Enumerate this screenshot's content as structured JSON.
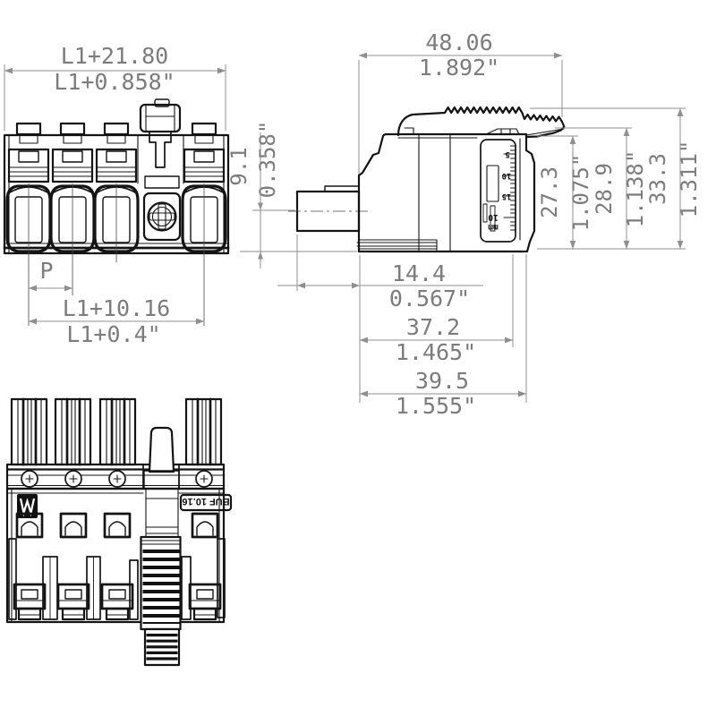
{
  "front_view": {
    "dims": {
      "overall_width_mm": "L1+21.80",
      "overall_width_in": "L1+0.858\"",
      "pitch": "P",
      "flange_span_mm": "L1+10.16",
      "flange_span_in": "L1+0.4\""
    }
  },
  "side_view": {
    "dims": {
      "overall_depth_mm": "48.06",
      "overall_depth_in": "1.892\"",
      "entry_height_mm": "9.1",
      "entry_height_in": "0.358\"",
      "body_height_mm": "27.3",
      "body_height_in": "1.075\"",
      "latch_height_mm": "28.9",
      "latch_height_in": "1.138\"",
      "total_height_mm": "33.3",
      "total_height_in": "1.311\"",
      "entry_depth_mm": "14.4",
      "entry_depth_in": "0.567\"",
      "body_depth_mm": "37.2",
      "body_depth_in": "1.465\"",
      "total_depth_mm": "39.5",
      "total_depth_in": "1.555\""
    },
    "strip_gauge": {
      "tick_5": "5",
      "tick_10": "10",
      "tick_15": "15",
      "strip_len_line1": "10",
      "strip_len_line2": "mm"
    }
  },
  "bottom_view": {
    "product_label": "BUF 10.16"
  }
}
